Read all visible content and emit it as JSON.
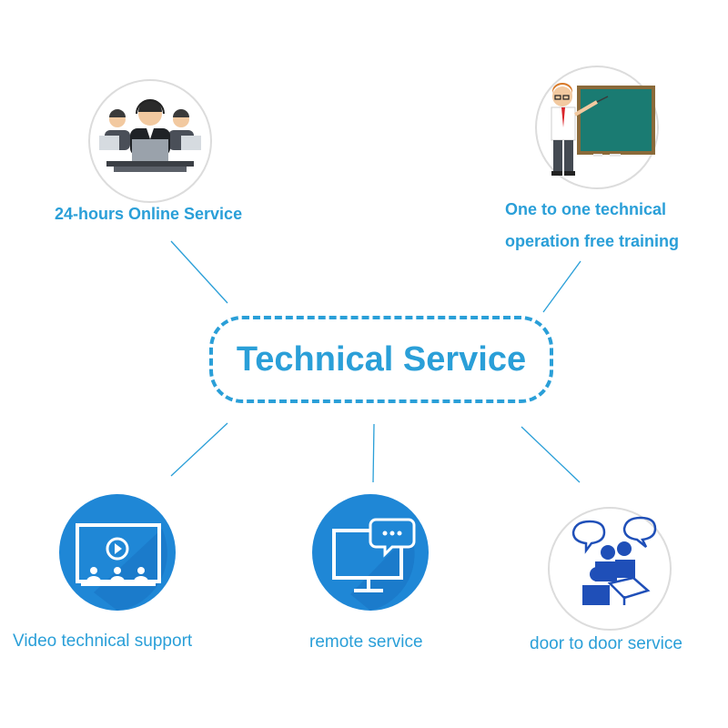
{
  "center": {
    "title": "Technical Service"
  },
  "nodes": [
    {
      "id": "online",
      "label": "24-hours Online Service",
      "icon": "call-center-agents-icon"
    },
    {
      "id": "training",
      "label_lines": [
        "One to one technical",
        "operation free training"
      ],
      "icon": "teacher-blackboard-icon"
    },
    {
      "id": "video",
      "label": "Video technical support",
      "icon": "video-monitor-icon"
    },
    {
      "id": "remote",
      "label": "remote service",
      "icon": "remote-monitor-chat-icon"
    },
    {
      "id": "door",
      "label": "door to door service",
      "icon": "meeting-people-icon"
    }
  ],
  "colors": {
    "accent": "#2a9fd8",
    "dark_blue": "#1f4fb8",
    "circle_border": "#dcdcdc"
  }
}
